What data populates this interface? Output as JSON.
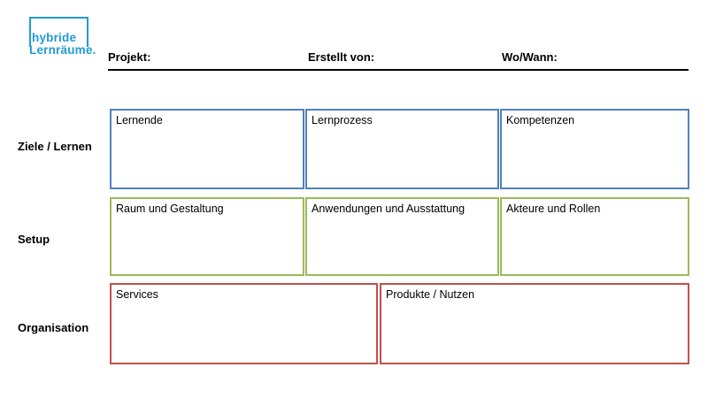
{
  "logo": {
    "line1": "hybride",
    "line2": "Lernräume.",
    "color": "#219BD8"
  },
  "header": {
    "project_label": "Projekt:",
    "created_by_label": "Erstellt von:",
    "where_when_label": "Wo/Wann:"
  },
  "rows": [
    {
      "label": "Ziele / Lernen",
      "accent": "#4F81BD",
      "boxes": [
        {
          "title": "Lernende"
        },
        {
          "title": "Lernprozess"
        },
        {
          "title": "Kompetenzen"
        }
      ]
    },
    {
      "label": "Setup",
      "accent": "#9BBB59",
      "boxes": [
        {
          "title": "Raum und Gestaltung"
        },
        {
          "title": "Anwendungen und Ausstattung"
        },
        {
          "title": "Akteure und Rollen"
        }
      ]
    },
    {
      "label": "Organisation",
      "accent": "#C0504D",
      "boxes": [
        {
          "title": "Services"
        },
        {
          "title": "Produkte / Nutzen"
        }
      ]
    }
  ]
}
